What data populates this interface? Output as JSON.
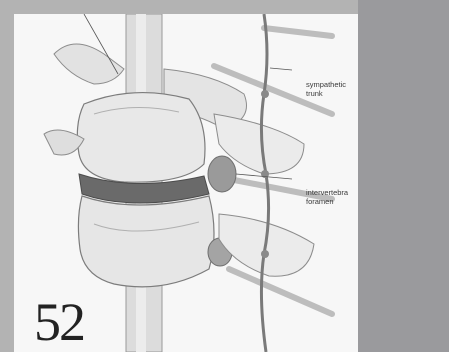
{
  "labels": {
    "sympathetic_trunk": [
      "sympathetic",
      "trunk"
    ],
    "intervertebral_foramen": [
      "intervertebra",
      "foramen"
    ]
  },
  "page_number": "52",
  "colors": {
    "background": "#b3b3b3",
    "panel": "#f7f7f7",
    "bone": "#e6e6e6",
    "disc": "#6a6a6a",
    "cord": "#dcdcdc",
    "right_gray": "#9a9a9d"
  }
}
